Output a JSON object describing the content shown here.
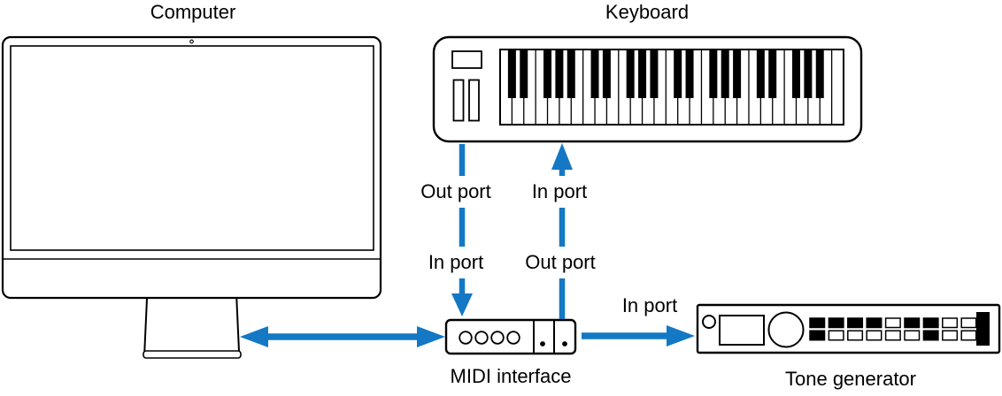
{
  "figure": {
    "background": "#ffffff",
    "accent_color": "#1478C4",
    "outline_color": "#000000"
  },
  "devices": {
    "computer": {
      "label": "Computer"
    },
    "keyboard": {
      "label": "Keyboard",
      "white_keys": 29,
      "octaves": 4
    },
    "midi_interface": {
      "label": "MIDI interface",
      "front_circles": 4,
      "port_dots": 2
    },
    "tone_generator": {
      "label": "Tone generator",
      "button_rows": [
        [
          1,
          1,
          1,
          1,
          0,
          1,
          1,
          0,
          0
        ],
        [
          1,
          0,
          0,
          0,
          0,
          0,
          1,
          0,
          0
        ]
      ]
    }
  },
  "port_labels": {
    "keyboard_out": "Out port",
    "keyboard_in": "In port",
    "interface_in": "In port",
    "interface_out": "Out port",
    "tone_generator_in": "In port"
  }
}
